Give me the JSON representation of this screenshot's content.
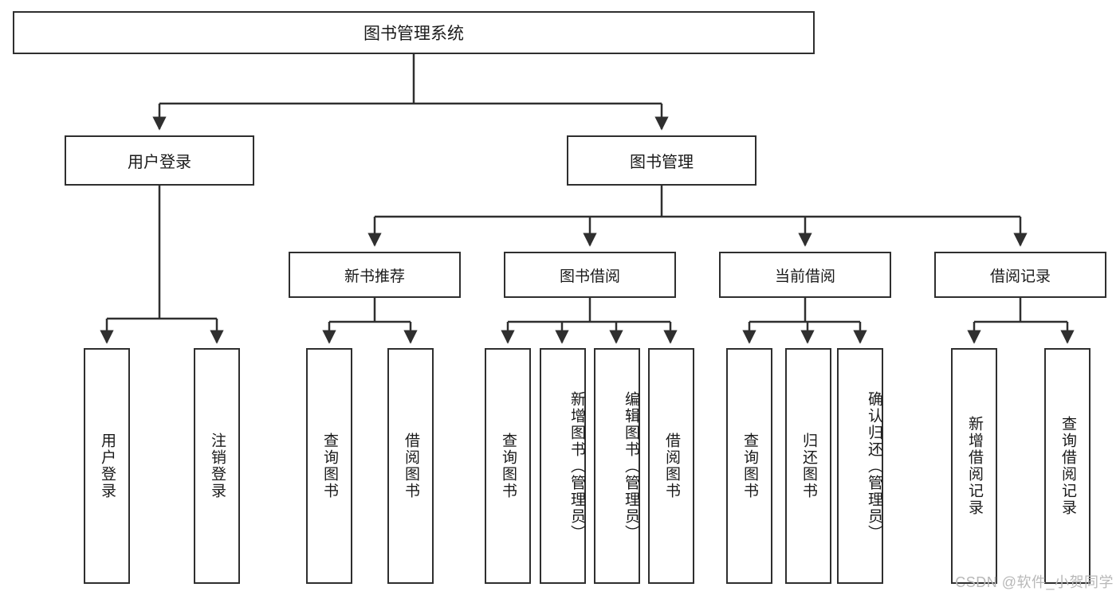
{
  "diagram": {
    "title": "图书管理系统",
    "type": "tree-hierarchy",
    "root": {
      "label": "图书管理系统"
    },
    "level2": [
      {
        "label": "用户登录"
      },
      {
        "label": "图书管理"
      }
    ],
    "level3": [
      {
        "label": "新书推荐"
      },
      {
        "label": "图书借阅"
      },
      {
        "label": "当前借阅"
      },
      {
        "label": "借阅记录"
      }
    ],
    "leaves": {
      "user_login": [
        {
          "label": "用户登录"
        },
        {
          "label": "注销登录"
        }
      ],
      "new_book_recommend": [
        {
          "label": "查询图书"
        },
        {
          "label": "借阅图书"
        }
      ],
      "book_borrow": [
        {
          "label": "查询图书"
        },
        {
          "label": "新增图书（管理员）"
        },
        {
          "label": "编辑图书（管理员）"
        },
        {
          "label": "借阅图书"
        }
      ],
      "current_borrow": [
        {
          "label": "查询图书"
        },
        {
          "label": "归还图书"
        },
        {
          "label": "确认归还（管理员）"
        }
      ],
      "borrow_record": [
        {
          "label": "新增借阅记录"
        },
        {
          "label": "查询借阅记录"
        }
      ]
    }
  },
  "watermark": {
    "text": "CSDN @软件_小贺同学",
    "color": "#b8b8b8"
  },
  "colors": {
    "stroke": "#2f2f2f",
    "background": "#ffffff",
    "text": "#1a1a1a"
  }
}
